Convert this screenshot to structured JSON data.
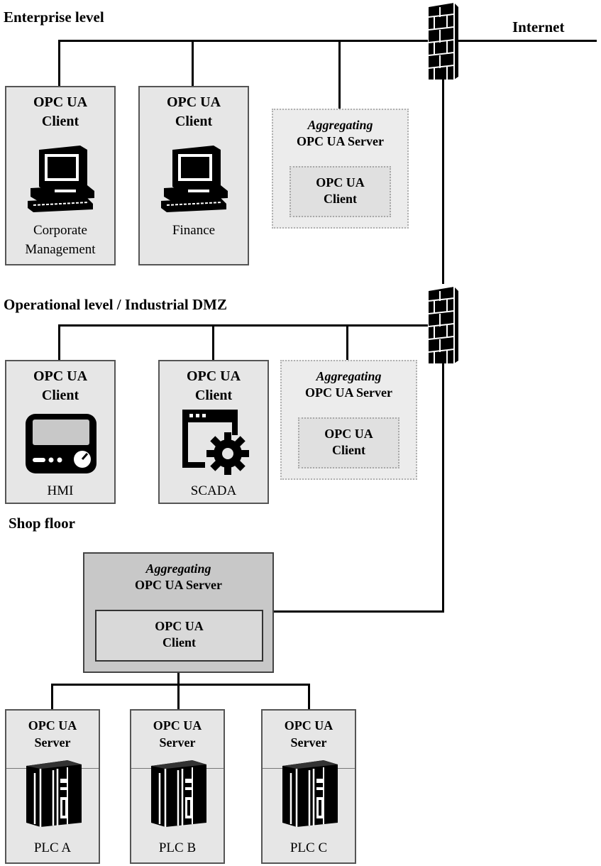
{
  "levels": {
    "enterprise": "Enterprise level",
    "operational": "Operational level / Industrial DMZ",
    "shop_floor": "Shop floor"
  },
  "internet_label": "Internet",
  "enterprise": {
    "client1": {
      "title1": "OPC UA",
      "title2": "Client",
      "label1": "Corporate",
      "label2": "Management",
      "icon": "desktop-computer-icon"
    },
    "client2": {
      "title1": "OPC UA",
      "title2": "Client",
      "label1": "Finance",
      "icon": "desktop-computer-icon"
    },
    "aggregator": {
      "italic": "Aggregating",
      "title": "OPC UA Server",
      "inner1": "OPC UA",
      "inner2": "Client"
    }
  },
  "operational": {
    "client1": {
      "title1": "OPC UA",
      "title2": "Client",
      "label": "HMI",
      "icon": "hmi-panel-icon"
    },
    "client2": {
      "title1": "OPC UA",
      "title2": "Client",
      "label": "SCADA",
      "icon": "scada-window-gear-icon"
    },
    "aggregator": {
      "italic": "Aggregating",
      "title": "OPC UA Server",
      "inner1": "OPC UA",
      "inner2": "Client"
    }
  },
  "shop_floor": {
    "aggregator": {
      "italic": "Aggregating",
      "title": "OPC UA Server",
      "inner1": "OPC UA",
      "inner2": "Client"
    },
    "servers": [
      {
        "title1": "OPC UA",
        "title2": "Server",
        "label": "PLC A",
        "icon": "plc-rack-icon"
      },
      {
        "title1": "OPC UA",
        "title2": "Server",
        "label": "PLC B",
        "icon": "plc-rack-icon"
      },
      {
        "title1": "OPC UA",
        "title2": "Server",
        "label": "PLC C",
        "icon": "plc-rack-icon"
      }
    ]
  },
  "firewalls": [
    "firewall-icon",
    "firewall-icon"
  ],
  "colors": {
    "box": "#e6e6e6",
    "dashed_border": "#b0b0b0",
    "dark_box": "#c8c8c8",
    "line": "#000000"
  }
}
